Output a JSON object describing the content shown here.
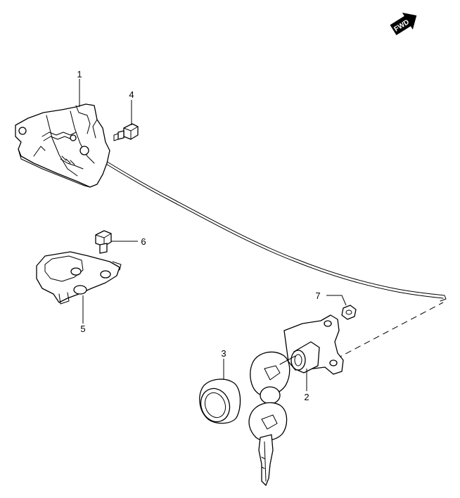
{
  "fwd_label": "FWD",
  "callouts": [
    {
      "id": "1",
      "label": "1"
    },
    {
      "id": "2",
      "label": "2"
    },
    {
      "id": "3",
      "label": "3"
    },
    {
      "id": "4",
      "label": "4"
    },
    {
      "id": "5",
      "label": "5"
    },
    {
      "id": "6",
      "label": "6"
    },
    {
      "id": "7",
      "label": "7"
    }
  ],
  "colors": {
    "line": "#000000",
    "background": "#ffffff"
  }
}
